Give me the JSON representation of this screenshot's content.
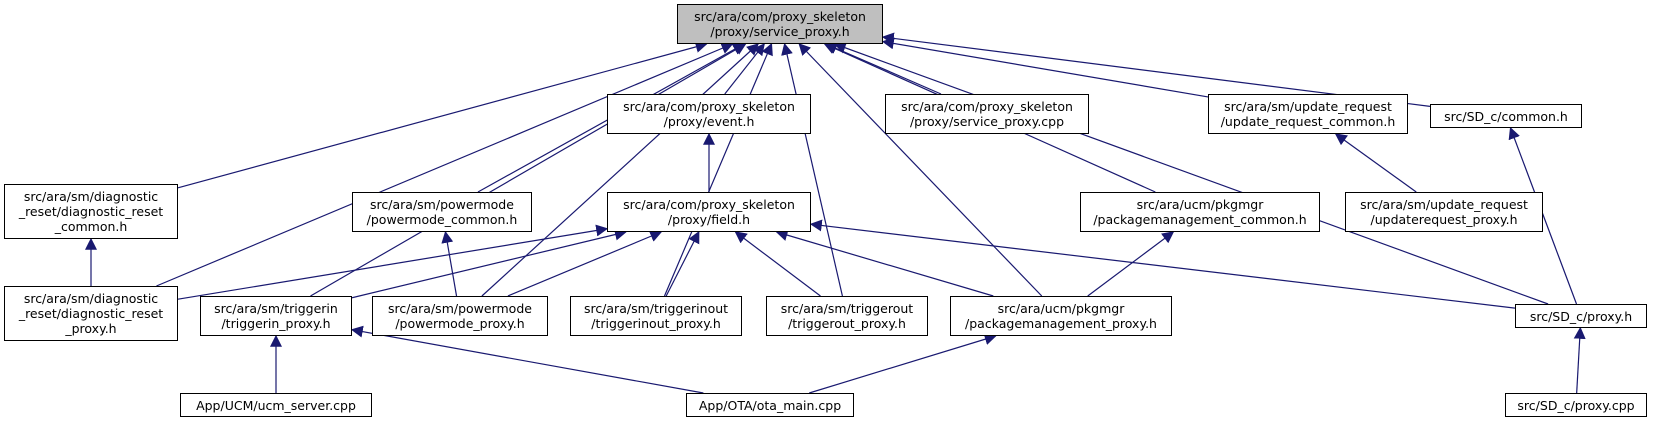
{
  "colors": {
    "edge": "#191970",
    "border": "#000000",
    "root_fill": "#bfbfbf",
    "node_fill": "#ffffff"
  },
  "nodes": {
    "service_proxy_h": "src/ara/com/proxy_skeleton\n/proxy/service_proxy.h",
    "diag_common": "src/ara/sm/diagnostic\n_reset/diagnostic_reset\n_common.h",
    "diag_proxy": "src/ara/sm/diagnostic\n_reset/diagnostic_reset\n_proxy.h",
    "event_h": "src/ara/com/proxy_skeleton\n/proxy/event.h",
    "service_proxy_cpp": "src/ara/com/proxy_skeleton\n/proxy/service_proxy.cpp",
    "update_common": "src/ara/sm/update_request\n/update_request_common.h",
    "sdc_common": "src/SD_c/common.h",
    "powermode_common": "src/ara/sm/powermode\n/powermode_common.h",
    "field_h": "src/ara/com/proxy_skeleton\n/proxy/field.h",
    "pkgmgr_common": "src/ara/ucm/pkgmgr\n/packagemanagement_common.h",
    "updaterequest_proxy": "src/ara/sm/update_request\n/updaterequest_proxy.h",
    "triggerin_proxy": "src/ara/sm/triggerin\n/triggerin_proxy.h",
    "powermode_proxy": "src/ara/sm/powermode\n/powermode_proxy.h",
    "triggerinout_proxy": "src/ara/sm/triggerinout\n/triggerinout_proxy.h",
    "triggerout_proxy": "src/ara/sm/triggerout\n/triggerout_proxy.h",
    "pkgmgr_proxy": "src/ara/ucm/pkgmgr\n/packagemanagement_proxy.h",
    "sdc_proxy_h": "src/SD_c/proxy.h",
    "ucm_server": "App/UCM/ucm_server.cpp",
    "ota_main": "App/OTA/ota_main.cpp",
    "sdc_proxy_cpp": "src/SD_c/proxy.cpp"
  },
  "edges": [
    [
      "diag_common",
      "service_proxy_h"
    ],
    [
      "diag_proxy",
      "service_proxy_h"
    ],
    [
      "triggerin_proxy",
      "service_proxy_h"
    ],
    [
      "powermode_proxy",
      "service_proxy_h"
    ],
    [
      "powermode_common",
      "service_proxy_h"
    ],
    [
      "triggerinout_proxy",
      "service_proxy_h"
    ],
    [
      "event_h",
      "service_proxy_h"
    ],
    [
      "triggerout_proxy",
      "service_proxy_h"
    ],
    [
      "service_proxy_cpp",
      "service_proxy_h"
    ],
    [
      "pkgmgr_proxy",
      "service_proxy_h"
    ],
    [
      "pkgmgr_common",
      "service_proxy_h"
    ],
    [
      "update_common",
      "service_proxy_h"
    ],
    [
      "sdc_common",
      "service_proxy_h"
    ],
    [
      "sdc_proxy_h",
      "service_proxy_h"
    ],
    [
      "diag_proxy",
      "diag_common"
    ],
    [
      "field_h",
      "event_h"
    ],
    [
      "powermode_proxy",
      "powermode_common"
    ],
    [
      "updaterequest_proxy",
      "update_common"
    ],
    [
      "sdc_proxy_h",
      "sdc_common"
    ],
    [
      "diag_proxy",
      "field_h"
    ],
    [
      "triggerin_proxy",
      "field_h"
    ],
    [
      "powermode_proxy",
      "field_h"
    ],
    [
      "triggerinout_proxy",
      "field_h"
    ],
    [
      "triggerout_proxy",
      "field_h"
    ],
    [
      "pkgmgr_proxy",
      "field_h"
    ],
    [
      "sdc_proxy_h",
      "field_h"
    ],
    [
      "pkgmgr_proxy",
      "pkgmgr_common"
    ],
    [
      "ucm_server",
      "triggerin_proxy"
    ],
    [
      "ota_main",
      "triggerin_proxy"
    ],
    [
      "ota_main",
      "pkgmgr_proxy"
    ],
    [
      "sdc_proxy_cpp",
      "sdc_proxy_h"
    ]
  ]
}
